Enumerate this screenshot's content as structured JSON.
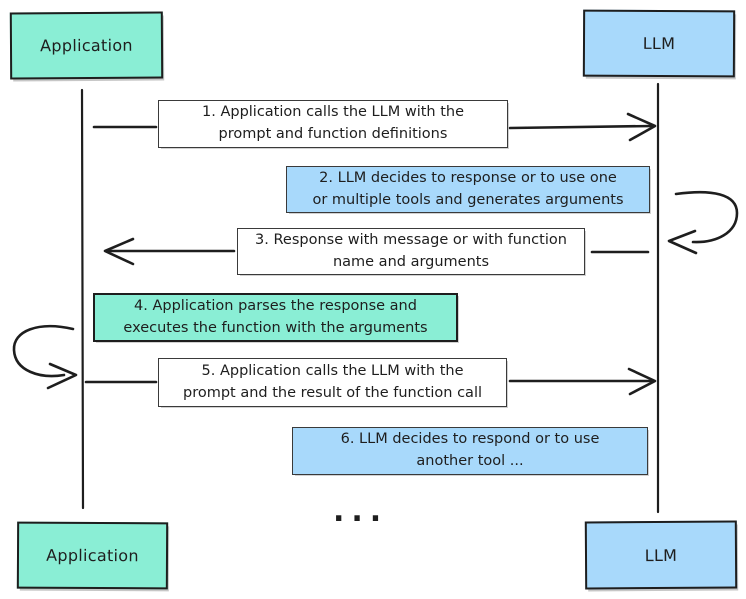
{
  "actors": {
    "top_left": {
      "label": "Application"
    },
    "top_right": {
      "label": "LLM"
    },
    "bottom_left": {
      "label": "Application"
    },
    "bottom_right": {
      "label": "LLM"
    }
  },
  "messages": [
    {
      "step": 1,
      "text": "1. Application calls the LLM with the\nprompt and function definitions",
      "fill": "white",
      "direction": "application-to-llm"
    },
    {
      "step": 2,
      "text": "2. LLM decides to response or to use one\nor multiple tools and generates arguments",
      "fill": "blue",
      "direction": "llm-self-loop"
    },
    {
      "step": 3,
      "text": "3. Response with message or with function\nname and arguments",
      "fill": "white",
      "direction": "llm-to-application"
    },
    {
      "step": 4,
      "text": "4. Application parses the response and\nexecutes the function with the arguments",
      "fill": "teal",
      "direction": "application-self-loop"
    },
    {
      "step": 5,
      "text": "5. Application calls the LLM with the\nprompt and the result of the function call",
      "fill": "white",
      "direction": "application-to-llm"
    },
    {
      "step": 6,
      "text": "6. LLM decides to respond or to use\nanother tool ...",
      "fill": "blue",
      "direction": "none"
    }
  ],
  "ellipsis": "...",
  "colors": {
    "teal": "#8aeed5",
    "blue": "#a8d9fb",
    "ink": "#1e1e1e"
  }
}
